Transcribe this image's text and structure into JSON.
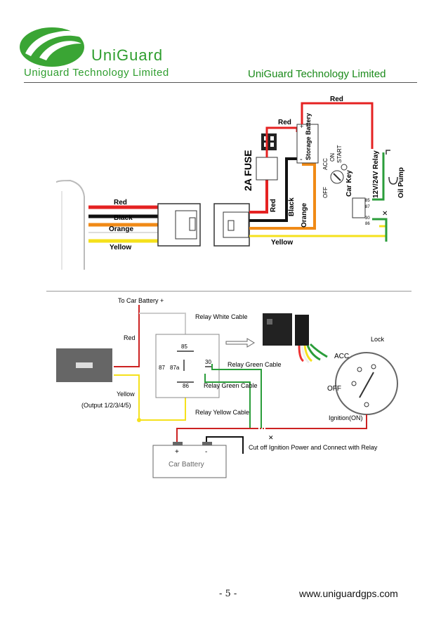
{
  "header": {
    "brand": "UniGuard",
    "company_left": "Uniguard Technology Limited",
    "company_right": "UniGuard Technology Limited",
    "logo_color": "#3aa534"
  },
  "diagram_top": {
    "wires": {
      "red": "Red",
      "black": "Black",
      "orange": "Orange",
      "yellow": "Yellow"
    },
    "fuse": "2A FUSE",
    "storage_battery": "Storage Battery",
    "car_key": "Car Key",
    "key_positions": [
      "OFF",
      "ACC",
      "ON",
      "START"
    ],
    "relay": "12V/24V Relay",
    "oil_pump": "Oil Pump",
    "relay_pins": [
      "85",
      "87",
      "30",
      "86"
    ],
    "plus": "+",
    "minus": "-"
  },
  "diagram_bottom": {
    "to_car_battery": "To Car Battery +",
    "relay_white_cable": "Relay White Cable",
    "red": "Red",
    "yellow": "Yellow",
    "output": "(Output 1/2/3/4/5)",
    "pins": {
      "p85": "85",
      "p87": "87",
      "p87a": "87a",
      "p30": "30",
      "p86": "86"
    },
    "relay_green_cable_1": "Relay Green Cable",
    "relay_green_cable_2": "Relay Green Cable",
    "relay_yellow_cable": "Relay Yellow Cable",
    "lock": "Lock",
    "acc": "ACC",
    "off": "OFF",
    "ignition": "Ignition(ON)",
    "cut_off": "Cut off Ignition Power and Connect with Relay",
    "car_battery": "Car Battery",
    "plus": "+",
    "minus": "-",
    "cut_mark": "✕"
  },
  "footer": {
    "page": "- 5 -",
    "website": "www.uniguardgps.com"
  }
}
